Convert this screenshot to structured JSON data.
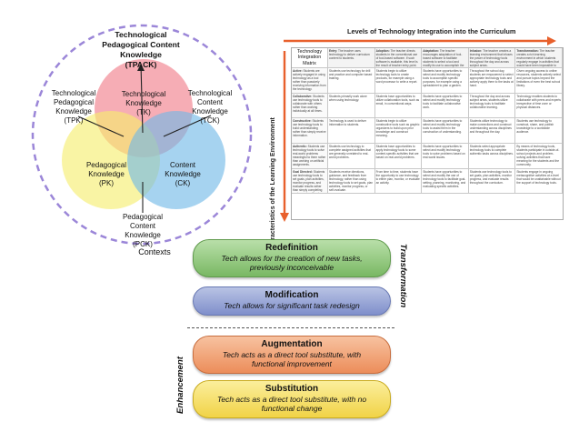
{
  "tpack": {
    "tpack_lines": [
      "Technological",
      "Pedagogical Content",
      "Knowledge",
      "(TPACK)"
    ],
    "tpk_lines": [
      "Technological",
      "Pedagogical",
      "Knowledge",
      "(TPK)"
    ],
    "tck_lines": [
      "Technological",
      "Content",
      "Knowledge",
      "(TCK)"
    ],
    "tk_lines": [
      "Technological",
      "Knowledge",
      "(TK)"
    ],
    "pk_lines": [
      "Pedagogical",
      "Knowledge",
      "(PK)"
    ],
    "ck_lines": [
      "Content",
      "Knowledge",
      "(CK)"
    ],
    "pck_lines": [
      "Pedagogical",
      "Content",
      "Knowledge",
      "(PCK)"
    ],
    "contexts": "Contexts",
    "colors": {
      "tk": "#f07a87",
      "pk": "#f6ed6c",
      "ck": "#6fb8e6",
      "contexts_ring": "#9b86d8"
    }
  },
  "matrix": {
    "title": "Levels of Technology Integration into the Curriculum",
    "side_label": "Characteristics of the Learning Environment",
    "corner": "Technology Integration Matrix",
    "columns": [
      {
        "name": "Entry:",
        "text": "The teacher uses technology to deliver curriculum content to students."
      },
      {
        "name": "Adoption:",
        "text": "The teacher directs students in the conventional use of tool-based software. If such software is available, this level is the result of teacher entry point."
      },
      {
        "name": "Adaptation:",
        "text": "The teacher encourages adaptation of tool-based software to facilitate students to select a tool and modify its use to accomplish the task at hand."
      },
      {
        "name": "Infusion:",
        "text": "The teacher creates a learning environment that infuses the power of technology tools throughout the day and across subject areas."
      },
      {
        "name": "Transformation:",
        "text": "The teacher creates a rich learning environment in which students regularly engage in activities that would have been impossible to achieve without technology."
      }
    ],
    "rows": [
      {
        "name": "Active:",
        "text": "Students are actively engaged in using technology as a tool rather than passively receiving information from the technology.",
        "cells": [
          "Students use technology for drill and practice and computer based training.",
          "Students begin to utilize technology tools to create products, for example using a word processor to write a report.",
          "Students have opportunities to select and modify technology tools to accomplish specific purposes, for example using a spreadsheet to plan a garden.",
          "Throughout the school day, students are empowered to select appropriate technology tools and actively apply them to the tasks at hand.",
          "Given ongoing access to online resources, students actively select and pursue topics beyond the limitations of even the best school library."
        ]
      },
      {
        "name": "Collaborative:",
        "text": "Students use technology tools to collaborate with others rather than working individually at all times.",
        "cells": [
          "Students primarily work alone when using technology.",
          "Students have opportunities to utilize collaboration tools, such as email, in conventional ways.",
          "Students have opportunities to select and modify technology tools to facilitate collaborative work.",
          "Throughout the day and across subject areas, students utilize technology tools to facilitate collaborative learning.",
          "Technology enables students to collaborate with peers and experts irrespective of time zone or physical distances."
        ]
      },
      {
        "name": "Constructive:",
        "text": "Students use technology tools to build understanding rather than simply receive information.",
        "cells": [
          "Technology is used to deliver information to students.",
          "Students begin to utilize constructive tools such as graphic organizers to build upon prior knowledge and construct meaning.",
          "Students have opportunities to select and modify technology tools to assist them in the construction of understanding.",
          "Students utilize technology to make connections and construct understanding across disciplines and throughout the day.",
          "Students use technology to construct, share, and publish knowledge to a worldwide audience."
        ]
      },
      {
        "name": "Authentic:",
        "text": "Students use technology tools to solve real-world problems meaningful to them rather than working on artificial assignments.",
        "cells": [
          "Students use technology to complete assigned activities that are generally unrelated to real-world problems.",
          "Students have opportunities to apply technology tools to some content-specific activities that are based on real-world problems.",
          "Students have opportunities to select and modify technology tools to solve problems based on real-world issues.",
          "Students select appropriate technology tools to complete authentic tasks across disciplines.",
          "By means of technology tools, students participate in outside-of-school projects and problem-solving activities that have meaning for the students and the community."
        ]
      },
      {
        "name": "Goal Directed:",
        "text": "Students use technology tools to set goals, plan activities, monitor progress, and evaluate results rather than simply completing assignments without reflection.",
        "cells": [
          "Students receive directions, guidance, and feedback from technology, rather than using technology tools to set goals, plan activities, monitor progress, or self-evaluate.",
          "From time to time, students have the opportunity to use technology to either plan, monitor, or evaluate an activity.",
          "Students have opportunities to select and modify the use of technology tools to facilitate goal-setting, planning, monitoring, and evaluating specific activities.",
          "Students use technology tools to set goals, plan activities, monitor progress, and evaluate results throughout the curriculum.",
          "Students engage in ongoing metacognitive activities at a level that would be unattainable without the support of technology tools."
        ]
      }
    ]
  },
  "samr": {
    "redefinition": {
      "title": "Redefinition",
      "desc_lines": [
        "Tech allows for the creation of new tasks,",
        "previously inconceivable"
      ]
    },
    "modification": {
      "title": "Modification",
      "desc_lines": [
        "Tech allows for significant task redesign"
      ]
    },
    "augmentation": {
      "title": "Augmentation",
      "desc_lines": [
        "Tech acts as a direct tool substitute, with",
        "functional improvement"
      ]
    },
    "substitution": {
      "title": "Substitution",
      "desc_lines": [
        "Tech acts as a direct tool substitute, with no",
        "functional change"
      ]
    },
    "transformation_label": "Transformation",
    "enhancement_label": "Enhancement"
  }
}
